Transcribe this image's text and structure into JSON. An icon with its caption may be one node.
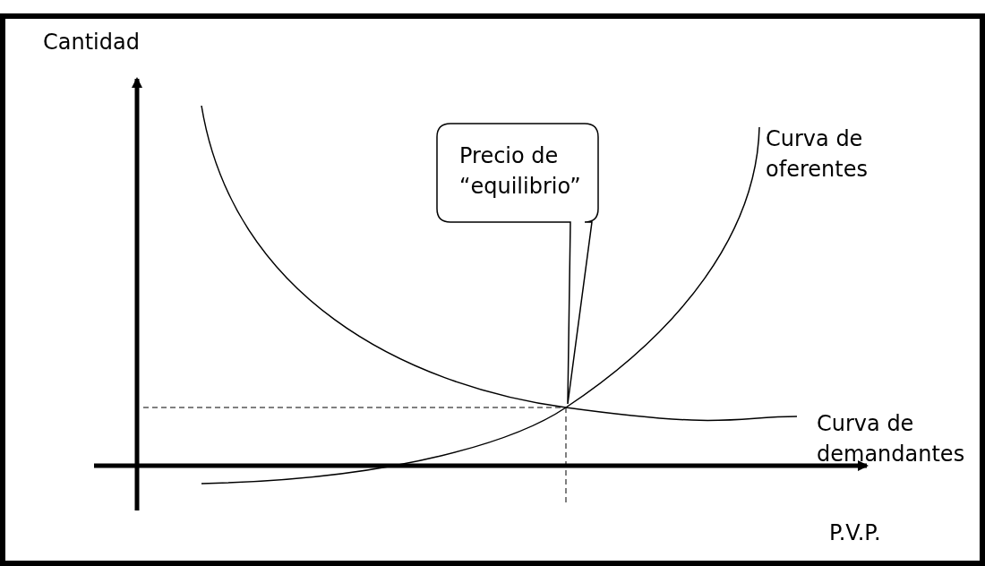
{
  "diagram": {
    "nodes": [
      {
        "text": [
          "Precio de “equilibrio”"
        ]
      }
    ],
    "labels": [
      "Cantidad",
      "Curva de oferentes",
      "Curva de demandantes",
      "P.V.P."
    ]
  }
}
